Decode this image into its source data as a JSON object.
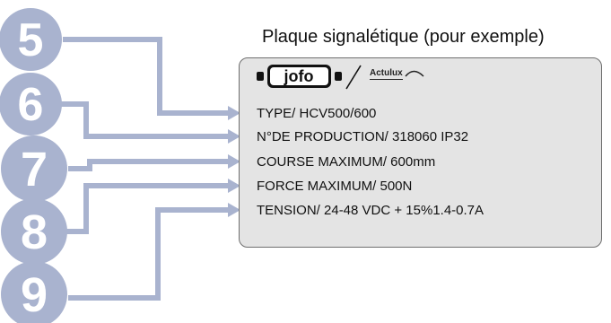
{
  "caption": "Plaque signalétique (pour exemple)",
  "callouts": [
    "5",
    "6",
    "7",
    "8",
    "9"
  ],
  "plate": {
    "logo": "jofo",
    "secondary_brand": "Actulux",
    "lines": [
      "TYPE/ HCV500/600",
      "N°DE PRODUCTION/ 318060 IP32",
      "COURSE MAXIMUM/ 600mm",
      "FORCE MAXIMUM/ 500N",
      "TENSION/ 24-48 VDC + 15%1.4-0.7A"
    ]
  },
  "colors": {
    "callout_fill": "#a9b3cf",
    "leader_line": "#a9b3cf",
    "plate_fill": "#e4e4e4",
    "plate_border": "#6f6f6f"
  }
}
